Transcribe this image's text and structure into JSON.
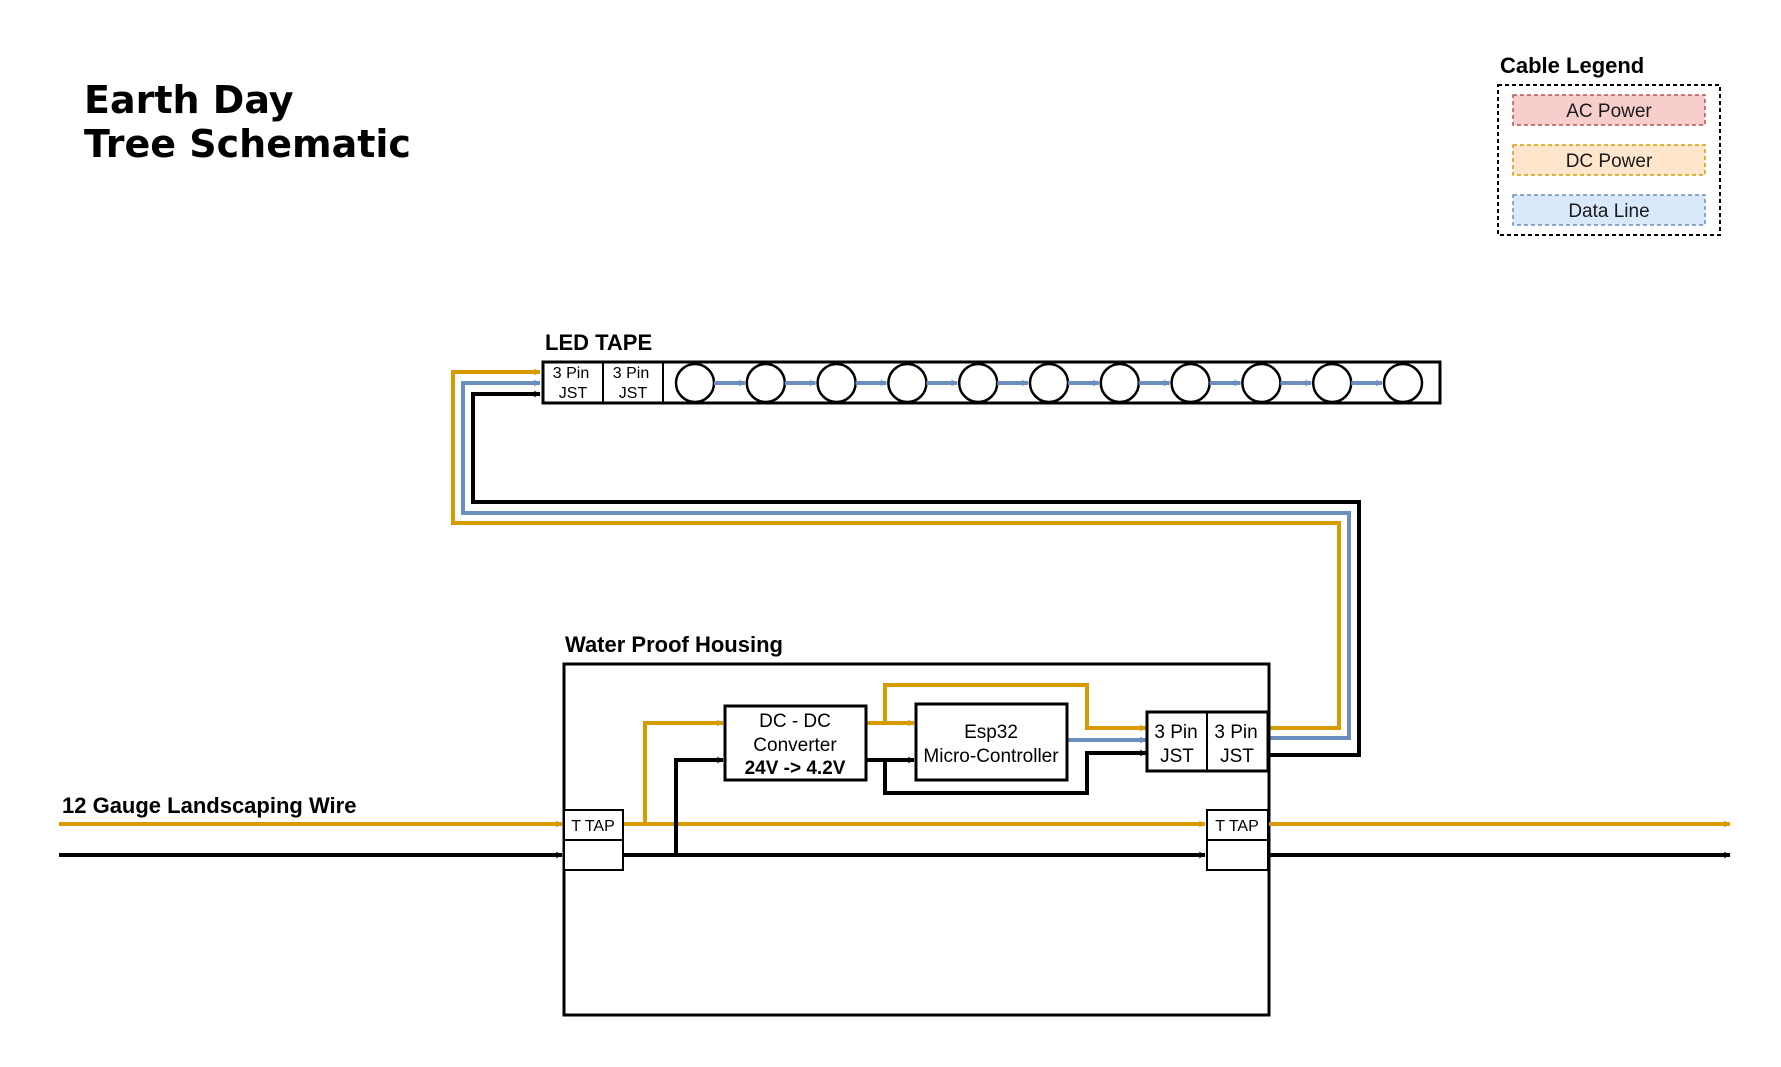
{
  "title": {
    "line1": "Earth Day",
    "line2": "Tree Schematic"
  },
  "legend": {
    "title": "Cable Legend",
    "items": [
      {
        "label": "AC Power",
        "fill": "#f8cecc",
        "stroke": "#b85450"
      },
      {
        "label": "DC Power",
        "fill": "#ffe6cc",
        "stroke": "#d79b00"
      },
      {
        "label": "Data Line",
        "fill": "#dae8fc",
        "stroke": "#6c8ebf"
      }
    ]
  },
  "colors": {
    "dc": "#d79b00",
    "data": "#6c8ebf",
    "ground": "#000000"
  },
  "led_tape": {
    "label": "LED TAPE",
    "connector_1": {
      "line1": "3 Pin",
      "line2": "JST"
    },
    "connector_2": {
      "line1": "3 Pin",
      "line2": "JST"
    },
    "led_count": 11
  },
  "housing": {
    "label": "Water Proof Housing",
    "converter": {
      "line1": "DC - DC",
      "line2": "Converter",
      "line3": "24V -> 4.2V"
    },
    "mcu": {
      "line1": "Esp32",
      "line2": "Micro-Controller"
    },
    "jst_in": {
      "line1": "3 Pin",
      "line2": "JST"
    },
    "jst_out": {
      "line1": "3 Pin",
      "line2": "JST"
    },
    "t_tap_left": "T TAP",
    "t_tap_right": "T TAP"
  },
  "wire_label": "12 Gauge Landscaping Wire"
}
